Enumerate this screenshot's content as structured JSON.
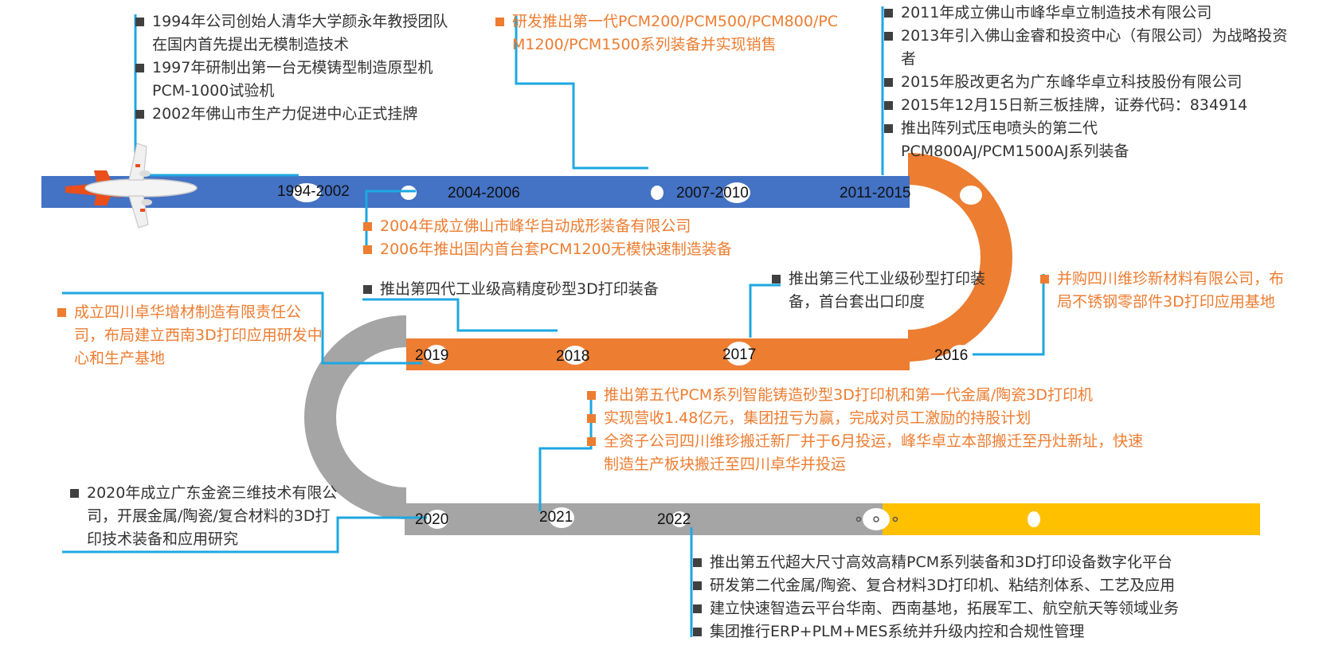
{
  "colors": {
    "blue": "#4472c4",
    "orange": "#ed7d31",
    "gray": "#a5a5a5",
    "yellow": "#ffc000",
    "connector": "#1ea7e1",
    "text_dark": "#333333"
  },
  "icons": {
    "plane": "airplane-icon"
  },
  "years": {
    "y1994": "1994-2002",
    "y2004": "2004-2006",
    "y2007": "2007-2010",
    "y2011": "2011-2015",
    "y2016": "2016",
    "y2017": "2017",
    "y2018": "2018",
    "y2019": "2019",
    "y2020": "2020",
    "y2021": "2021",
    "y2022": "2022"
  },
  "notes": {
    "n1994": [
      "1994年公司创始人清华大学颜永年教授团队在国内首先提出无模制造技术",
      "1997年研制出第一台无模铸型制造原型机PCM-1000试验机",
      "2002年佛山市生产力促进中心正式挂牌"
    ],
    "n_dev": [
      "研发推出第一代PCM200/PCM500/PCM800/PCM1200/PCM1500系列装备并实现销售"
    ],
    "n2011": [
      "2011年成立佛山市峰华卓立制造技术有限公司",
      "2013年引入佛山金睿和投资中心（有限公司）为战略投资者",
      "2015年股改更名为广东峰华卓立科技股份有限公司",
      " 2015年12月15日新三板挂牌，证券代码：834914",
      "推出阵列式压电喷头的第二代PCM800AJ/PCM1500AJ系列装备"
    ],
    "n2004": [
      "2004年成立佛山市峰华自动成形装备有限公司",
      "2006年推出国内首台套PCM1200无模快速制造装备"
    ],
    "n2018": [
      "推出第四代工业级高精度砂型3D打印装备"
    ],
    "n2017": [
      "推出第三代工业级砂型打印装备，首台套出口印度"
    ],
    "n2016": [
      "并购四川维珍新材料有限公司，布局不锈钢零部件3D打印应用基地"
    ],
    "n2019": [
      "成立四川卓华增材制造有限责任公司，布局建立西南3D打印应用研发中心和生产基地"
    ],
    "n2021": [
      "推出第五代PCM系列智能铸造砂型3D打印机和第一代金属/陶瓷3D打印机",
      "实现营收1.48亿元，集团扭亏为赢，完成对员工激励的持股计划",
      "全资子公司四川维珍搬迁新厂并于6月投运，峰华卓立本部搬迁至丹灶新址，快速制造生产板块搬迁至四川卓华并投运"
    ],
    "n2020": [
      "2020年成立广东金瓷三维技术有限公司，开展金属/陶瓷/复合材料的3D打印技术装备和应用研究"
    ],
    "n2022": [
      "推出第五代超大尺寸高效高精PCM系列装备和3D打印设备数字化平台",
      "研发第二代金属/陶瓷、复合材料3D打印机、粘结剂体系、工艺及应用",
      "建立快速智造云平台华南、西南基地，拓展军工、航空航天等领域业务",
      "集团推行ERP+PLM+MES系统并升级内控和合规性管理"
    ]
  }
}
